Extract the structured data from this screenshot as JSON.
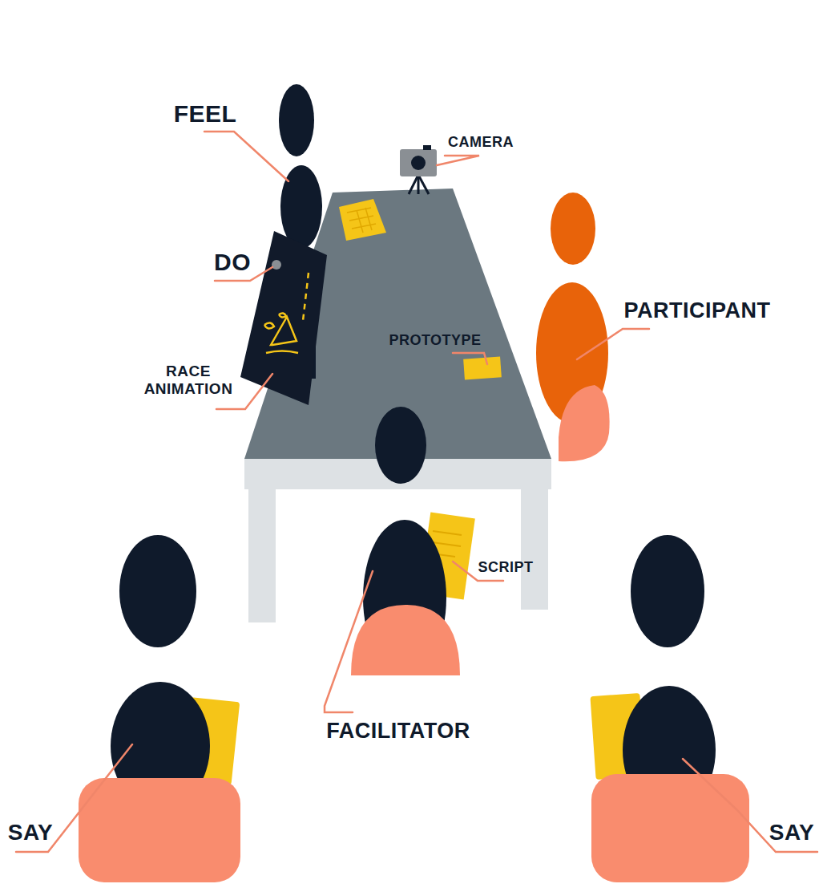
{
  "diagram": {
    "labels": [
      "FEEL",
      "CAMERA",
      "DO",
      "PARTICIPANT",
      "PROTOTYPE",
      "RACE ANIMATION",
      "SCRIPT",
      "FACILITATOR",
      "SAY",
      "SAY"
    ]
  }
}
